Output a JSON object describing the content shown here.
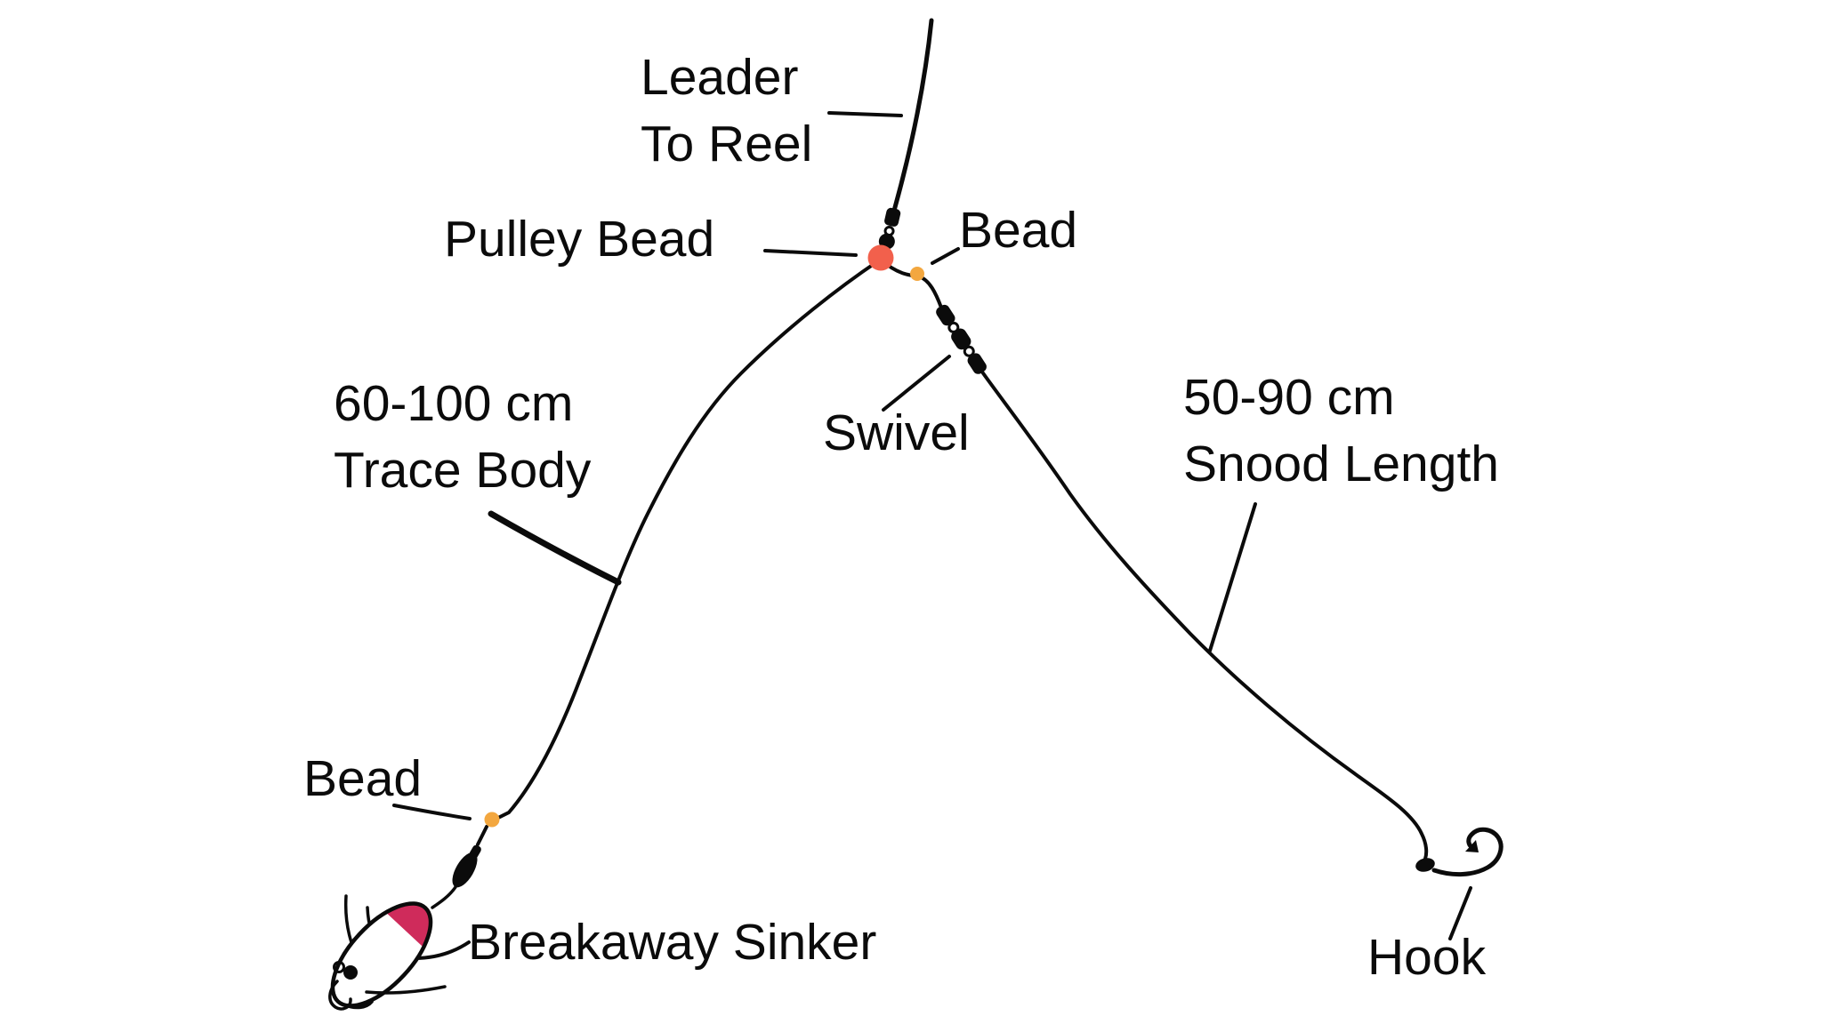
{
  "figure": {
    "type": "fishing-rig-diagram",
    "subject": "pulley rig",
    "background": "#ffffff"
  },
  "colors": {
    "line": "#0b0b0b",
    "text": "#0b0b0b",
    "pulley_bead": "#f2604c",
    "bead": "#f3a73f",
    "sinker_accent": "#cf2b5b",
    "sinker_body": "#ffffff"
  },
  "labels": {
    "leader": "Leader\nTo Reel",
    "pulley_bead": "Pulley Bead",
    "bead_top": "Bead",
    "swivel": "Swivel",
    "trace_body": "60-100 cm\nTrace Body",
    "snood": "50-90 cm\nSnood Length",
    "bead_bottom": "Bead",
    "sinker": "Breakaway Sinker",
    "hook": "Hook"
  }
}
